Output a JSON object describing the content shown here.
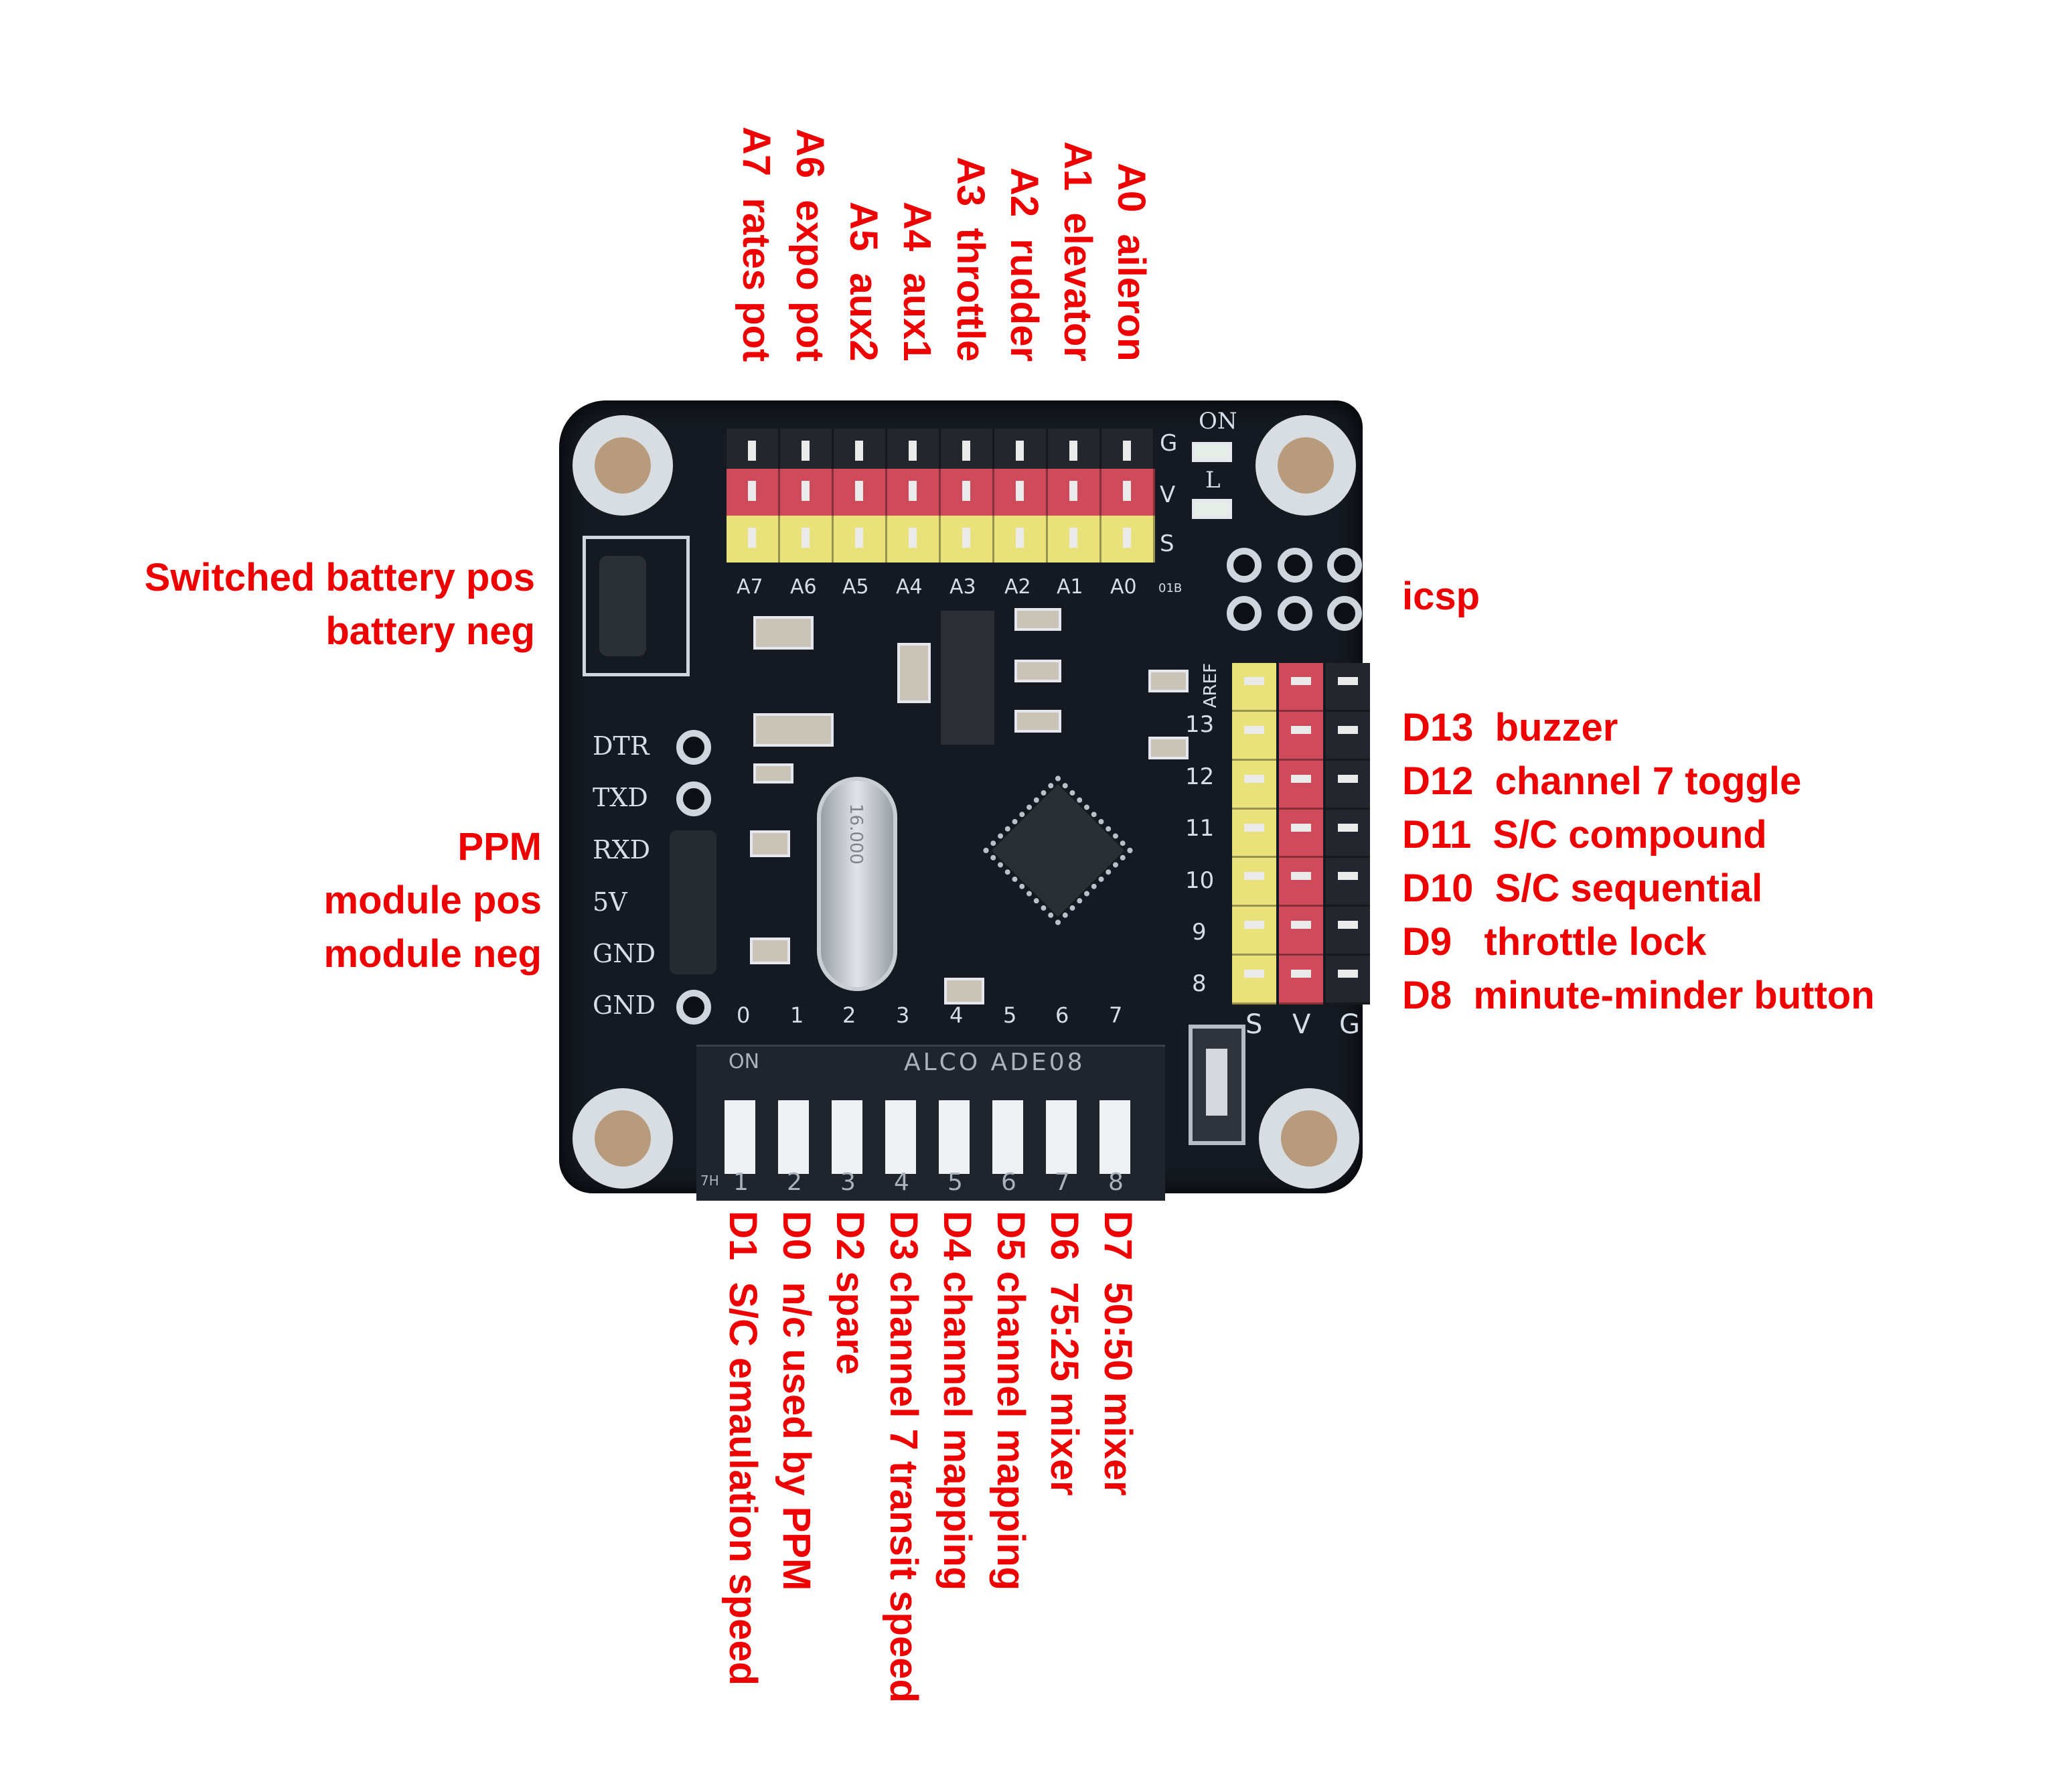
{
  "figure": {
    "subject": "Arduino-based RC transmitter encoder board pin assignment diagram",
    "label_color": "#ee0000"
  },
  "top_labels": [
    {
      "pin": "A0",
      "function": "aileron",
      "text": "A0  aileron"
    },
    {
      "pin": "A1",
      "function": "elevator",
      "text": "A1  elevator"
    },
    {
      "pin": "A2",
      "function": "rudder",
      "text": "A2  rudder"
    },
    {
      "pin": "A3",
      "function": "throttle",
      "text": "A3  throttle"
    },
    {
      "pin": "A4",
      "function": "aux1",
      "text": "A4  aux1"
    },
    {
      "pin": "A5",
      "function": "aux2",
      "text": "A5  aux2"
    },
    {
      "pin": "A6",
      "function": "expo pot",
      "text": "A6  expo pot"
    },
    {
      "pin": "A7",
      "function": "rates pot",
      "text": "A7  rates pot"
    }
  ],
  "left_labels": {
    "battery": [
      "Switched battery pos",
      "battery neg"
    ],
    "ppm": [
      "PPM",
      "module pos",
      "module neg"
    ]
  },
  "right_labels": {
    "icsp": "icsp",
    "digital": [
      {
        "pin": "D13",
        "function": "buzzer",
        "text": "D13  buzzer"
      },
      {
        "pin": "D12",
        "function": "channel 7 toggle",
        "text": "D12  channel 7 toggle"
      },
      {
        "pin": "D11",
        "function": "S/C compound",
        "text": "D11  S/C compound"
      },
      {
        "pin": "D10",
        "function": "S/C sequential",
        "text": "D10  S/C sequential"
      },
      {
        "pin": "D9",
        "function": "throttle lock",
        "text": "D9   throttle lock"
      },
      {
        "pin": "D8",
        "function": "minute-minder button",
        "text": "D8  minute-minder button"
      }
    ]
  },
  "bottom_labels": [
    {
      "pin": "D1",
      "function": "S/C emaulation speed",
      "text": "D1  S/C emaulation speed"
    },
    {
      "pin": "D0",
      "function": "n/c used by PPM",
      "text": "D0  n/c used by PPM"
    },
    {
      "pin": "D2",
      "function": "spare",
      "text": "D2 spare"
    },
    {
      "pin": "D3",
      "function": "channel 7 transit speed",
      "text": "D3 channel 7 transit speed"
    },
    {
      "pin": "D4",
      "function": "channel mapping",
      "text": "D4 channel mapping"
    },
    {
      "pin": "D5",
      "function": "channel mapping",
      "text": "D5 channel mapping"
    },
    {
      "pin": "D6",
      "function": "75:25 mixer",
      "text": "D6  75:25 mixer"
    },
    {
      "pin": "D7",
      "function": "50:50 mixer",
      "text": "D7  50:50 mixer"
    }
  ],
  "board_silkscreen": {
    "analog_header_labels": [
      "A7",
      "A6",
      "A5",
      "A4",
      "A3",
      "A2",
      "A1",
      "A0"
    ],
    "header_row_labels": [
      "G",
      "V",
      "S"
    ],
    "led_labels": [
      "ON",
      "L"
    ],
    "serial_labels": [
      "DTR",
      "TXD",
      "RXD",
      "5V",
      "GND",
      "GND"
    ],
    "digital_header_numbers": [
      "13",
      "12",
      "11",
      "10",
      "9",
      "8"
    ],
    "digital_header_columns": [
      "S",
      "V",
      "G"
    ],
    "aref": "AREF",
    "dip_top_numbers": [
      "0",
      "1",
      "2",
      "3",
      "4",
      "5",
      "6",
      "7"
    ],
    "dip_switch_text": "ON",
    "dip_brand": "ALCO ADE08",
    "dip_bottom_numbers": [
      "1",
      "2",
      "3",
      "4",
      "5",
      "6",
      "7",
      "8"
    ],
    "dip_corner_mark": "7H",
    "crystal_marking": "16.000",
    "smd_marking": "01B"
  }
}
